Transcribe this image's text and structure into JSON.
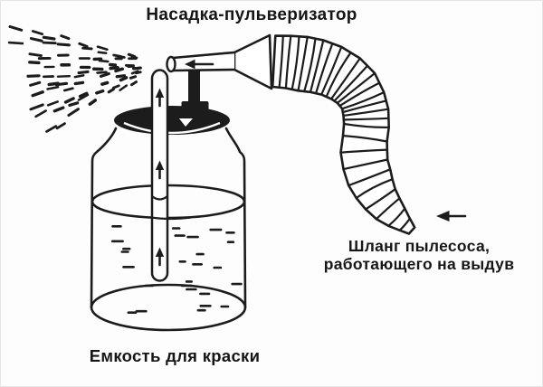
{
  "labels": {
    "title": "Насадка-пульверизатор",
    "hose_line1": "Шланг пылесоса,",
    "hose_line2": "работающего на выдув",
    "container": "Емкость для краски"
  },
  "icons": {
    "blow_direction_arrow": "←",
    "nozzle_airflow_arrow": "←",
    "pickup_flow_arrows": "↑"
  },
  "colors": {
    "ink": "#1c1c1c",
    "background": "#fdfdfd",
    "highlight": "#ffffff"
  }
}
